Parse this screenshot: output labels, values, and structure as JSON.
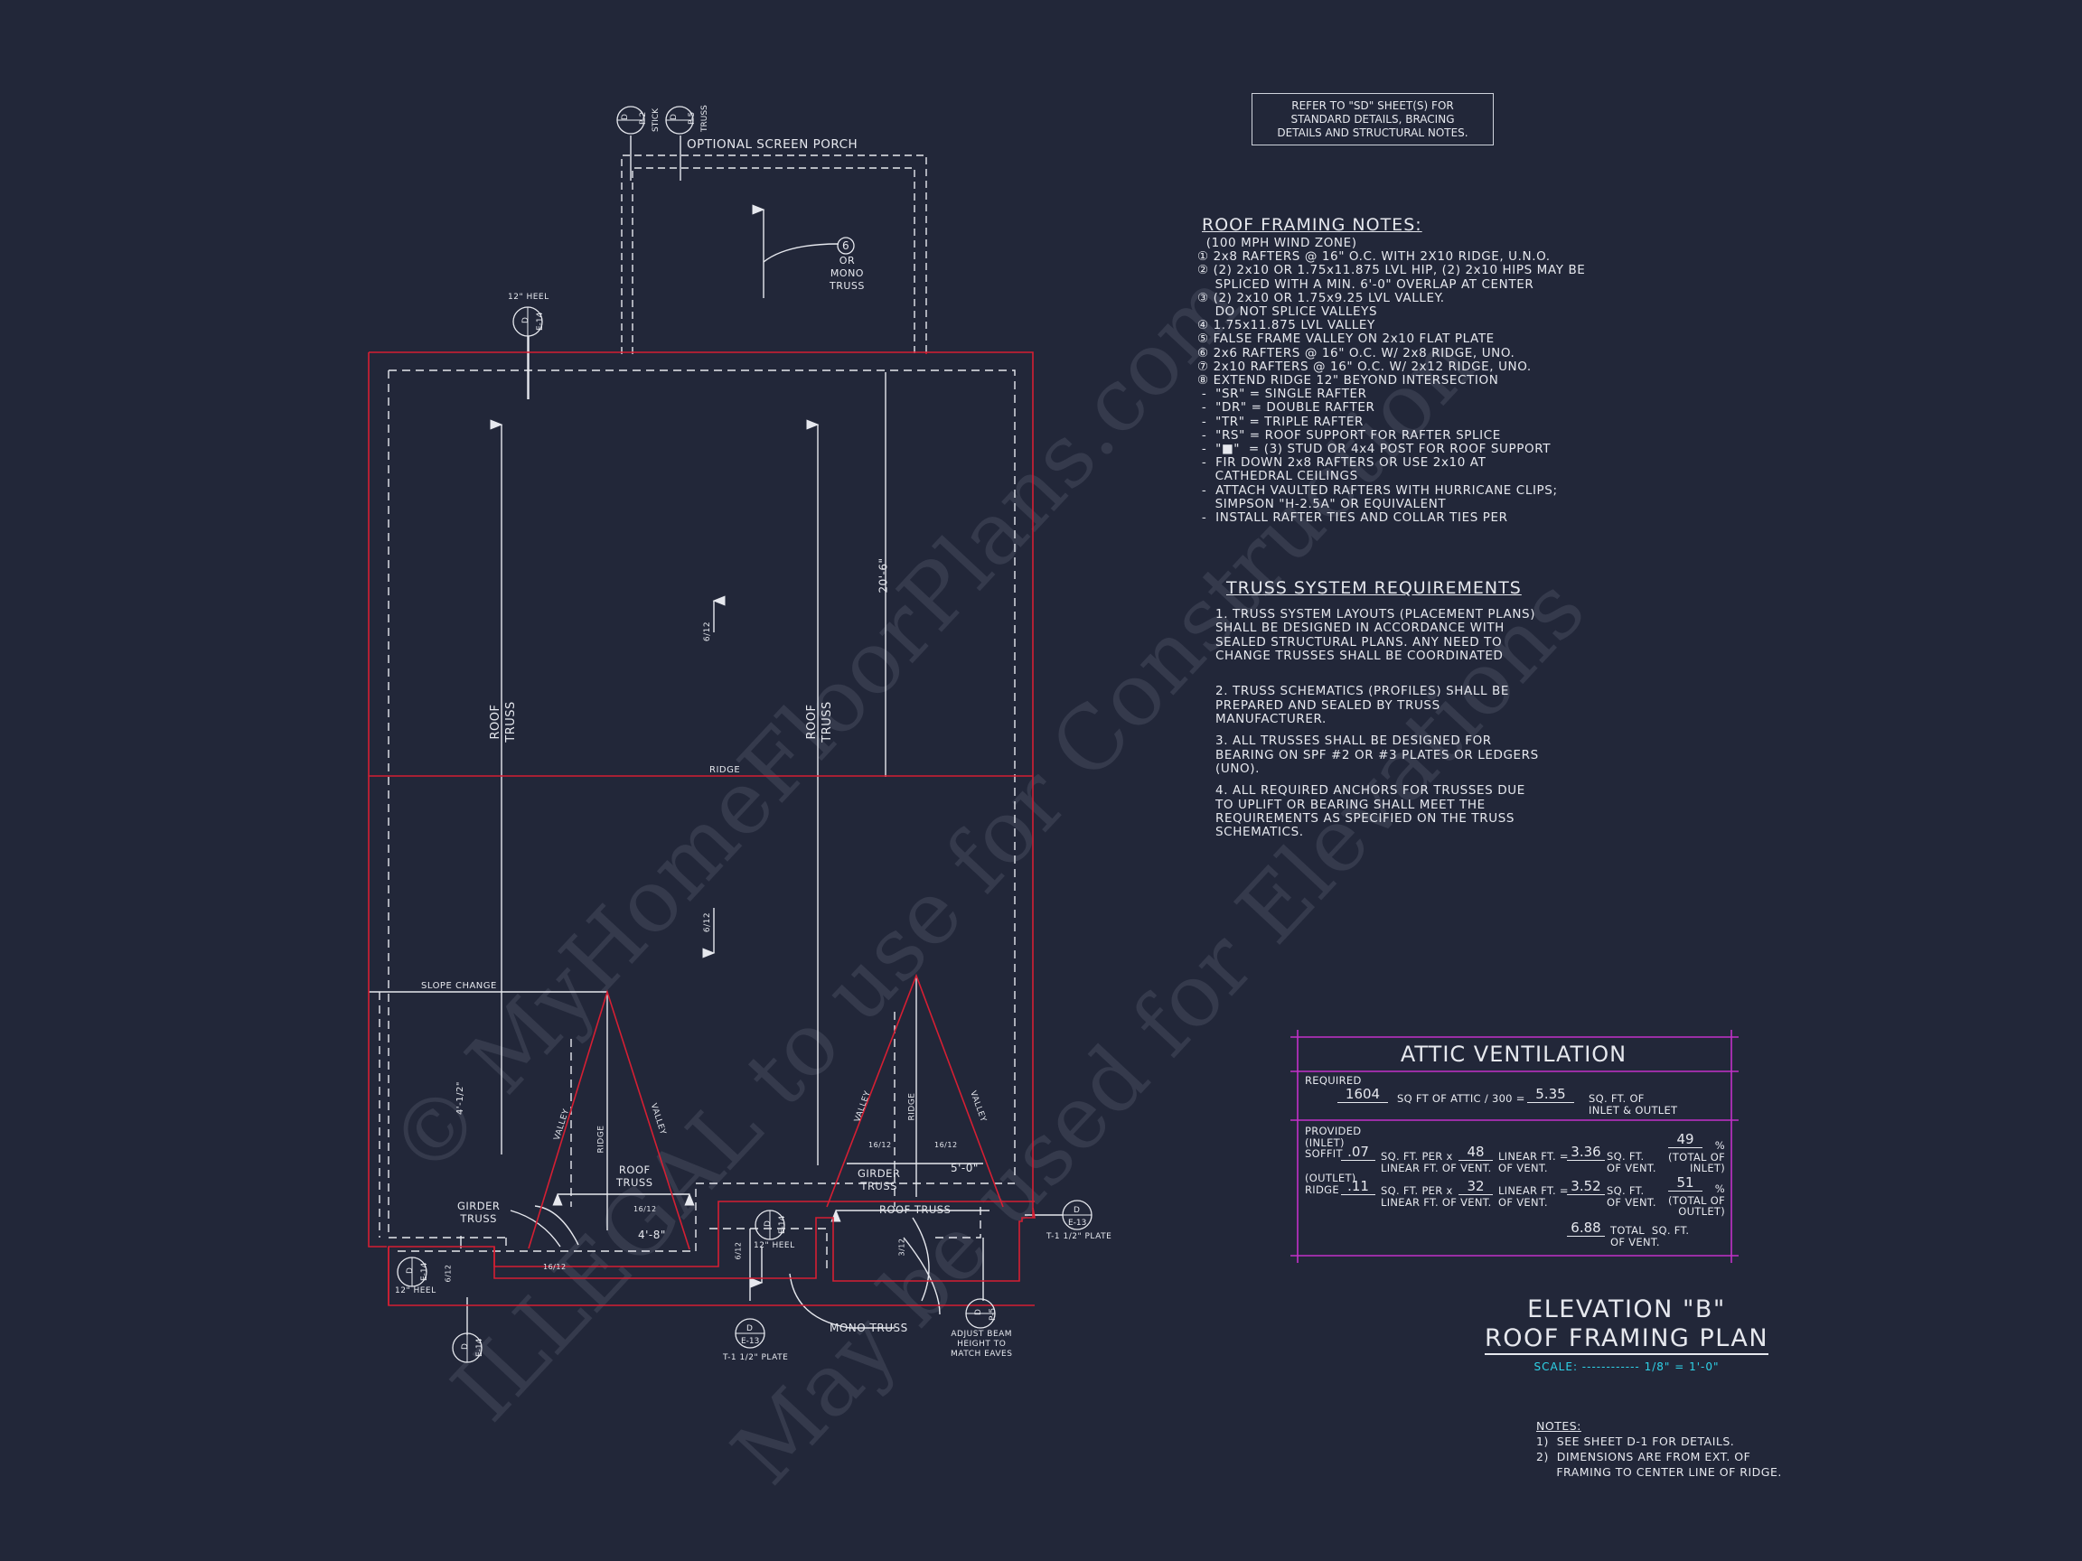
{
  "colors": {
    "background": "#222739",
    "lines": "#e6e8ee",
    "roof_outline": "#d51f33",
    "attic_box": "#c231c9",
    "scale_text": "#2ed3e8"
  },
  "reference_box": {
    "lines": [
      "REFER TO \"SD\" SHEET(S) FOR",
      "STANDARD DETAILS, BRACING",
      "DETAILS AND STRUCTURAL NOTES."
    ]
  },
  "roof_framing_notes": {
    "title": "ROOF FRAMING NOTES:",
    "lines": [
      "  (100 MPH WIND ZONE)",
      "① 2x8 RAFTERS @ 16\" O.C. WITH 2X10 RIDGE, U.N.O.",
      "② (2) 2x10 OR 1.75x11.875 LVL HIP, (2) 2x10 HIPS MAY BE",
      "    SPLICED WITH A MIN. 6'-0\" OVERLAP AT CENTER",
      "③ (2) 2x10 OR 1.75x9.25 LVL VALLEY.",
      "    DO NOT SPLICE VALLEYS",
      "④ 1.75x11.875 LVL VALLEY",
      "⑤ FALSE FRAME VALLEY ON 2x10 FLAT PLATE",
      "⑥ 2x6 RAFTERS @ 16\" O.C. W/ 2x8 RIDGE, UNO.",
      "⑦ 2x10 RAFTERS @ 16\" O.C. W/ 2x12 RIDGE, UNO.",
      "⑧ EXTEND RIDGE 12\" BEYOND INTERSECTION",
      " -  \"SR\" = SINGLE RAFTER",
      " -  \"DR\" = DOUBLE RAFTER",
      " -  \"TR\" = TRIPLE RAFTER",
      " -  \"RS\" = ROOF SUPPORT FOR RAFTER SPLICE",
      " -  \"■\"  = (3) STUD OR 4x4 POST FOR ROOF SUPPORT",
      " -  FIR DOWN 2x8 RAFTERS OR USE 2x10 AT",
      "    CATHEDRAL CEILINGS",
      " -  ATTACH VAULTED RAFTERS WITH HURRICANE CLIPS;",
      "    SIMPSON \"H-2.5A\" OR EQUIVALENT",
      " -  INSTALL RAFTER TIES AND COLLAR TIES PER"
    ]
  },
  "truss_requirements": {
    "title": "TRUSS SYSTEM REQUIREMENTS",
    "paragraphs": [
      "1. TRUSS SYSTEM LAYOUTS (PLACEMENT PLANS)\nSHALL BE DESIGNED IN ACCORDANCE WITH\nSEALED STRUCTURAL PLANS. ANY NEED TO\nCHANGE TRUSSES SHALL BE COORDINATED",
      "\n2. TRUSS SCHEMATICS (PROFILES) SHALL BE\nPREPARED AND SEALED BY TRUSS\nMANUFACTURER.",
      "3. ALL TRUSSES SHALL BE DESIGNED FOR\nBEARING ON SPF #2 OR #3 PLATES OR LEDGERS\n(UNO).",
      "4. ALL REQUIRED ANCHORS FOR TRUSSES DUE\nTO UPLIFT OR BEARING SHALL MEET THE\nREQUIREMENTS AS SPECIFIED ON THE TRUSS\nSCHEMATICS."
    ]
  },
  "attic_ventilation": {
    "title": "ATTIC VENTILATION",
    "required_label": "REQUIRED",
    "attic_sqft": "1604",
    "attic_text": "SQ FT OF ATTIC / 300 =",
    "required_sqft": "5.35",
    "required_tail": "SQ. FT. OF\nINLET & OUTLET",
    "provided_label": "PROVIDED\n(INLET)\nSOFFIT",
    "soffit_per": ".07",
    "per_text": "SQ. FT. PER x\nLINEAR FT. OF VENT.",
    "soffit_lf": "48",
    "lf_text": "LINEAR FT. =\nOF VENT.",
    "soffit_sqft": "3.36",
    "sqft_text": "SQ. FT.\nOF VENT.",
    "inlet_pct": "49",
    "inlet_pct_text": "%\n(TOTAL OF\nINLET)",
    "outlet_label": "(OUTLET)\nRIDGE",
    "ridge_per": ".11",
    "ridge_lf": "32",
    "ridge_sqft": "3.52",
    "outlet_pct": "51",
    "outlet_pct_text": "%\n(TOTAL OF\nOUTLET)",
    "total_sqft": "6.88",
    "total_text": "TOTAL  SQ. FT.\nOF VENT."
  },
  "title_block": {
    "line1": "ELEVATION \"B\"",
    "line2": "ROOF FRAMING PLAN",
    "scale": "SCALE: ------------ 1/8\" = 1'-0\""
  },
  "bottom_notes": {
    "title": "NOTES:",
    "lines": [
      "1)  SEE SHEET D-1 FOR DETAILS.",
      "2)  DIMENSIONS ARE FROM EXT. OF",
      "     FRAMING TO CENTER LINE OF RIDGE."
    ]
  },
  "plan_labels": {
    "screen_porch": "OPTIONAL SCREEN PORCH",
    "or_mono": "OR\nMONO\nTRUSS",
    "heel12_top": "12\" HEEL",
    "roof_truss": "ROOF\nTRUSS",
    "dim_20_6": "20'-6\"",
    "pitch_6_12": "6/12",
    "ridge": "RIDGE",
    "slope_change": "SLOPE CHANGE",
    "dim_41_2": "4'-1/2\"",
    "valley": "VALLEY",
    "girder_truss": "GIRDER\nTRUSS",
    "roof_truss_small": "ROOF\nTRUSS",
    "pitch_16_12": "16/12",
    "dim_4_8": "4'-8\"",
    "dim_5_0": "5'-0\"",
    "roof_truss_inline": "ROOF TRUSS",
    "heel12": "12\" HEEL",
    "plate_t1": "T-1 1/2\" PLATE",
    "mono_truss": "MONO TRUSS",
    "adjust_beam": "ADJUST BEAM\nHEIGHT TO\nMATCH EAVES",
    "pitch_3_12": "3/12",
    "stick": "STICK",
    "truss": "TRUSS"
  },
  "callouts": {
    "d": "D",
    "p2": "P-2",
    "p5": "P-5",
    "e14": "E-14",
    "e13": "E-13",
    "n6": "6"
  },
  "watermark": [
    "© MyHomeFloorPlans.com",
    "ILLEGAL to use for Construction",
    "May be used for Elevations"
  ]
}
